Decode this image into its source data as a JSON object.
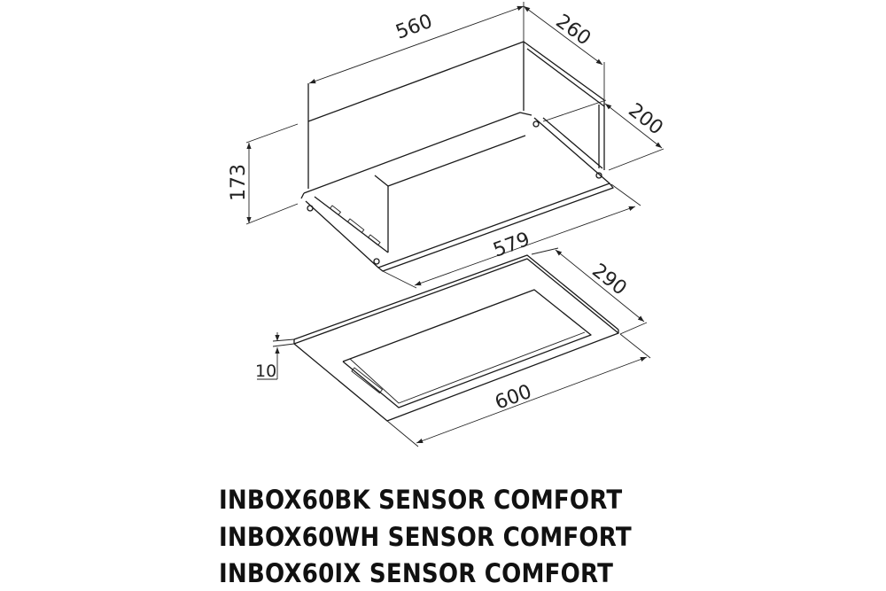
{
  "dimensions": {
    "width_top": "560",
    "depth_top": "260",
    "depth_mid": "200",
    "height": "173",
    "width_tray": "579",
    "depth_panel": "290",
    "width_panel": "600",
    "panel_thickness": "10"
  },
  "models": [
    "INBOX60BK SENSOR COMFORT",
    "INBOX60WH SENSOR COMFORT",
    "INBOX60IX SENSOR COMFORT"
  ]
}
